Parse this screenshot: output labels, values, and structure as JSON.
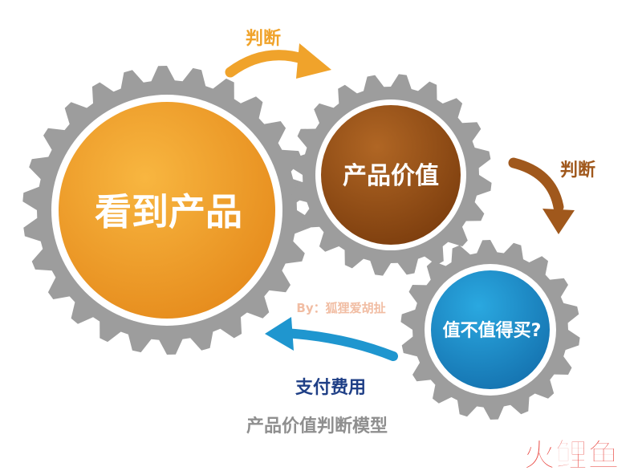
{
  "gears": {
    "see": {
      "label": "看到产品"
    },
    "value": {
      "label": "产品价值"
    },
    "worth": {
      "label": "值不值得买?"
    }
  },
  "arrows": {
    "judge_top": {
      "label": "判断"
    },
    "judge_right": {
      "label": "判断"
    },
    "pay": {
      "label": "支付费用"
    }
  },
  "credit": "By：狐狸爱胡扯",
  "caption": "产品价值判断模型",
  "watermark": {
    "text": "火鲤鱼"
  },
  "colors": {
    "gear_gray": "#9d9d9d",
    "orange": "#f2a02e",
    "brown": "#a0581c",
    "blue": "#1f96cf",
    "navy": "#1f3f86",
    "arrow_orange": "#f0a32b",
    "credit": "#f1bda3",
    "caption": "#8f8f8f",
    "watermark_red": "#e8443e"
  }
}
